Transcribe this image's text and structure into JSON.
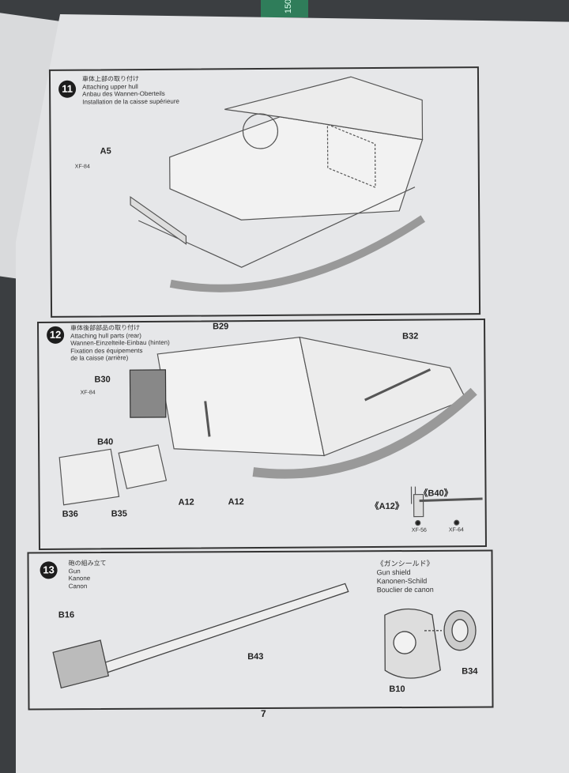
{
  "ruler_mark": "150",
  "page_number": "7",
  "steps": [
    {
      "number": "11",
      "title_ja": "車体上部の取り付け",
      "title_en": "Attaching upper hull",
      "title_de": "Anbau des Wannen-Oberteils",
      "title_fr": "Installation de la caisse supérieure",
      "labels": {
        "a5": "A5",
        "xf84": "XF-84"
      }
    },
    {
      "number": "12",
      "title_ja": "車体後部部品の取り付け",
      "title_en": "Attaching hull parts (rear)",
      "title_de": "Wannen-Einzelteile-Einbau (hinten)",
      "title_fr": "Fixation des équipements",
      "title_fr2": "de la caisse (arrière)",
      "labels": {
        "b29": "B29",
        "b32": "B32",
        "b30": "B30",
        "xf84": "XF-84",
        "b40": "B40",
        "b36": "B36",
        "b35": "B35",
        "a12a": "A12",
        "a12b": "A12",
        "a12_detail": "《A12》",
        "b40_detail": "《B40》",
        "xf56": "XF-56",
        "xf64": "XF-64"
      }
    },
    {
      "number": "13",
      "title_ja": "砲の組み立て",
      "title_en": "Gun",
      "title_de": "Kanone",
      "title_fr": "Canon",
      "sub_ja": "《ガンシールド》",
      "sub_en": "Gun shield",
      "sub_de": "Kanonen-Schild",
      "sub_fr": "Bouclier de canon",
      "labels": {
        "b16": "B16",
        "b43": "B43",
        "b10": "B10",
        "b34": "B34"
      }
    }
  ]
}
